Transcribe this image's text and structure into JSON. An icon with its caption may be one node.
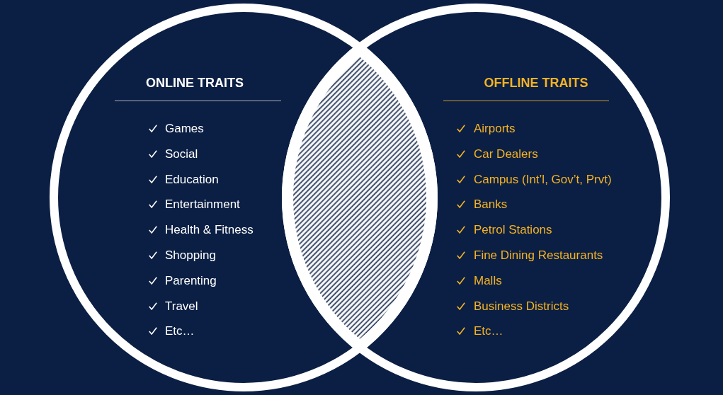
{
  "diagram": {
    "nodes": [
      {
        "text": [
          "ONLINE TRAITS",
          "Games",
          "Social",
          "Education",
          "Entertainment",
          "Health & Fitness",
          "Shopping",
          "Parenting",
          "Travel",
          "Etc…"
        ]
      },
      {
        "text": [
          "OFFLINE TRAITS",
          "Airports",
          "Car Dealers",
          "Campus (Int’l, Gov’t, Prvt)",
          "Banks",
          "Petrol Stations",
          "Fine Dining Restaurants",
          "Malls",
          "Business Districts",
          "Etc…"
        ]
      }
    ]
  }
}
